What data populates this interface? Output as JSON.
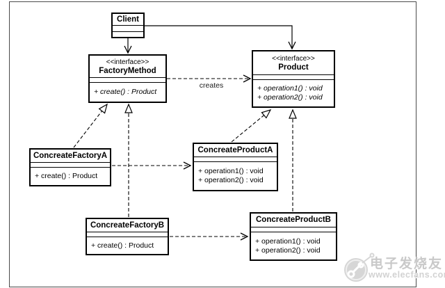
{
  "diagram": {
    "classes": {
      "client": {
        "name": "Client"
      },
      "factory_method": {
        "stereotype": "<<interface>>",
        "name": "FactoryMethod",
        "method1": "+ create() : Product"
      },
      "product": {
        "stereotype": "<<interface>>",
        "name": "Product",
        "method1": "+ operation1() : void",
        "method2": "+ operation2() : void"
      },
      "concreate_factory_a": {
        "name": "ConcreateFactoryA",
        "method1": "+ create() : Product"
      },
      "concreate_product_a": {
        "name": "ConcreateProductA",
        "method1": "+ operation1() : void",
        "method2": "+ operation2() : void"
      },
      "concreate_factory_b": {
        "name": "ConcreateFactoryB",
        "method1": "+ create() : Product"
      },
      "concreate_product_b": {
        "name": "ConcreateProductB",
        "method1": "+ operation1() : void",
        "method2": "+ operation2() : void"
      }
    },
    "labels": {
      "creates": "creates"
    },
    "colors": {
      "line": "#000000",
      "box_fill": "#ffffff",
      "frame_border": "#4a4a4a"
    }
  },
  "watermark": {
    "brand": "电子发烧友",
    "url": "www.elecfans.com",
    "color": "#c9c9c9"
  }
}
